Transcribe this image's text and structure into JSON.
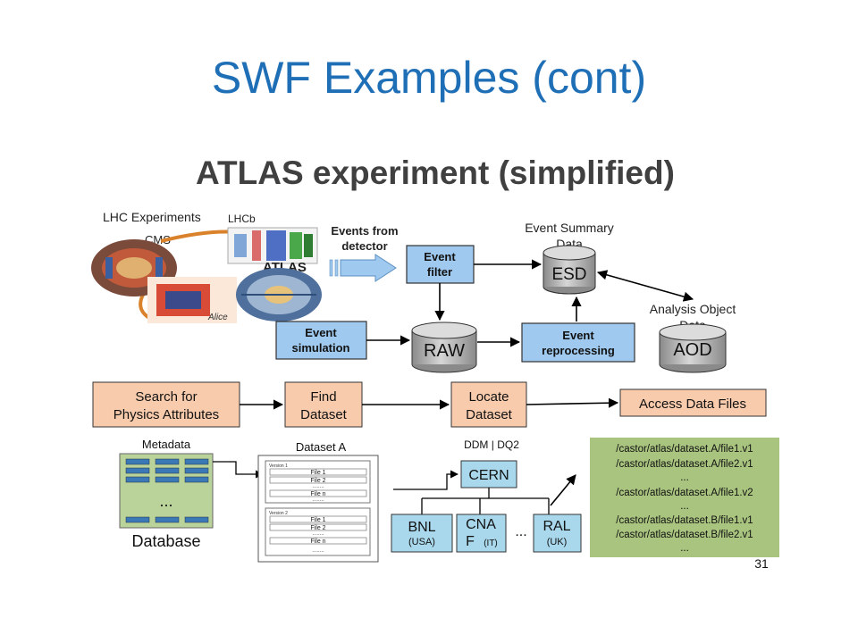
{
  "slide": {
    "title": "SWF Examples (cont)",
    "page_number": "31"
  },
  "figure": {
    "heading": "ATLAS experiment (simplified)",
    "photo_labels": {
      "lhc_experiments": "LHC Experiments",
      "lhcb": "LHCb",
      "cms": "CMS",
      "atlas": "ATLAS",
      "alice": "Alice"
    },
    "events_from_detector": [
      "Events from",
      "detector"
    ],
    "event_filter": [
      "Event",
      "filter"
    ],
    "event_simulation": [
      "Event",
      "simulation"
    ],
    "event_reprocessing": [
      "Event",
      "reprocessing"
    ],
    "esd_caption": [
      "Event Summary",
      "Data"
    ],
    "esd": "ESD",
    "raw": "RAW",
    "aod_caption": [
      "Analysis Object",
      "Data"
    ],
    "aod": "AOD",
    "steps": {
      "search": [
        "Search for",
        "Physics Attributes"
      ],
      "find": [
        "Find",
        "Dataset"
      ],
      "locate": [
        "Locate",
        "Dataset"
      ],
      "access": "Access Data Files"
    },
    "metadata_label": "Metadata",
    "database_label": "Database",
    "db_ellipsis": "...",
    "dataset_label": "Dataset A",
    "dataset_versions": [
      {
        "version": "Version 1",
        "files": [
          "File 1",
          "File 2",
          "........",
          "File n",
          "........"
        ]
      },
      {
        "version": "Version 2",
        "files": [
          "File 1",
          "File 2",
          "........",
          "File n",
          "........"
        ]
      }
    ],
    "ddm_label": "DDM | DQ2",
    "sites": {
      "cern": "CERN",
      "bnl": "BNL",
      "bnl_sub": "(USA)",
      "cnaf_1": "CNA",
      "cnaf_2": "F",
      "cnaf_sub": "(IT)",
      "ellipsis": "...",
      "ral": "RAL",
      "ral_sub": "(UK)"
    },
    "file_paths": [
      "/castor/atlas/dataset.A/file1.v1",
      "/castor/atlas/dataset.A/file2.v1",
      "...",
      "/castor/atlas/dataset.A/file1.v2",
      "...",
      "/castor/atlas/dataset.B/file1.v1",
      "/castor/atlas/dataset.B/file2.v1",
      "..."
    ]
  },
  "colors": {
    "title_blue": "#1f6fb7",
    "box_blue": "#9fc9ee",
    "step_peach": "#f8cbad",
    "site_blue": "#a9d8ec",
    "paths_green": "#a9c47f",
    "db_green": "#b9d39a"
  }
}
